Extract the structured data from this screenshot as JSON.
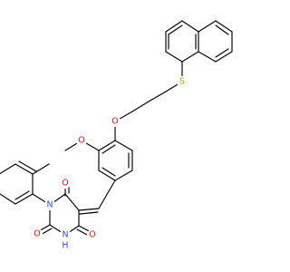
{
  "diagram_type": "chemical-structure",
  "colors": {
    "bond": "#000000",
    "oxygen": "#ff0d0d",
    "nitrogen": "#3050f8",
    "sulfur": "#b3a100",
    "background": "#ffffff"
  },
  "atom_labels": {
    "s1": "S",
    "o_ether": "O",
    "o_methoxy": "O",
    "o_c4": "O",
    "o_c6": "O",
    "o_c2": "O",
    "n1": "N",
    "n3": "N",
    "h3": "H"
  }
}
